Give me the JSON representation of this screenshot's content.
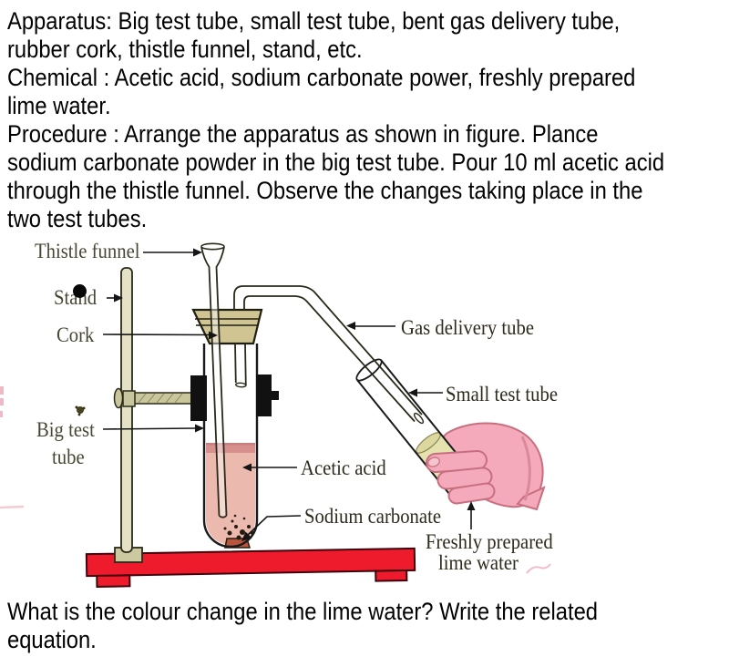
{
  "intro": {
    "lines": [
      "Apparatus: Big test tube, small test tube, bent gas delivery tube,",
      "rubber cork, thistle funnel, stand, etc.",
      "Chemical : Acetic acid, sodium carbonate power, freshly prepared",
      "lime water.",
      "Procedure : Arrange the apparatus as shown in figure. Plance",
      "sodium carbonate powder in the big test tube. Pour 10 ml acetic acid",
      "through the thistle funnel. Observe the changes taking place in the",
      "two test tubes."
    ]
  },
  "question": {
    "lines": [
      "What is the colour change in the lime water? Write the related",
      "equation."
    ]
  },
  "diagram": {
    "labels": {
      "thistle_funnel": "Thistle funnel",
      "stand": "Stand",
      "cork": "Cork",
      "big_test_tube_1": "Big test",
      "big_test_tube_2": "tube",
      "gas_delivery_tube": "Gas delivery tube",
      "small_test_tube": "Small test tube",
      "acetic_acid": "Acetic acid",
      "sodium_carbonate": "Sodium carbonate",
      "lime_water_1": "Freshly prepared",
      "lime_water_2": "lime water"
    },
    "colors": {
      "background": "#ffffff",
      "body_text": "#000000",
      "label_olive": "#474632",
      "label_dark": "#2e2a1c",
      "stand_base_red": "#ed1b2b",
      "acetic_acid_pink": "#ecb9ae",
      "acetic_surface_pink": "#d8908e",
      "lime_water_yellow": "#e6e2b0",
      "cork_tan": "#cfc492",
      "metal_khaki": "#ddd9b8",
      "hand_pink": "#f4aabb",
      "glass_outline": "#1a1a1a"
    }
  }
}
